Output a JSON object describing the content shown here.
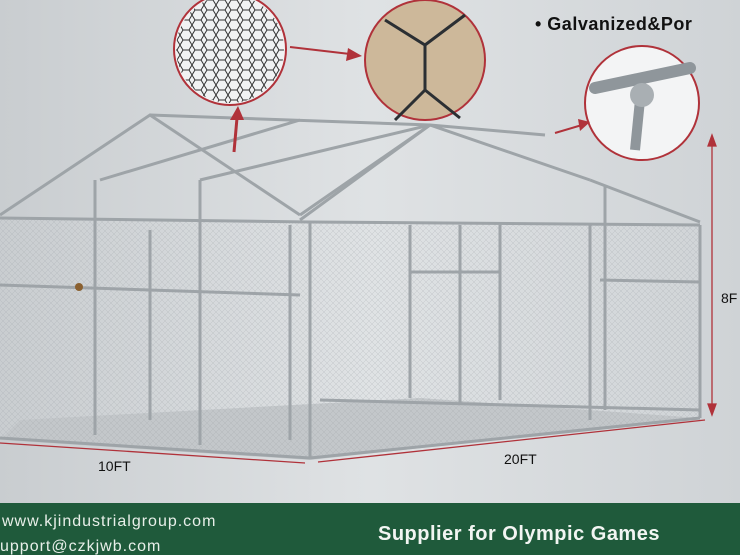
{
  "header": {
    "feature_text": "• Galvanized&Por"
  },
  "dimensions": {
    "length_a": "10FT",
    "length_b": "20FT",
    "height": "8F"
  },
  "footer": {
    "website": "www.kjindustrialgroup.com",
    "email": "upport@czkjwb.com",
    "slogan": "Supplier for Olympic Games"
  },
  "colors": {
    "footer_bg": "#1f5a3b",
    "callout_red": "#b0323a"
  }
}
